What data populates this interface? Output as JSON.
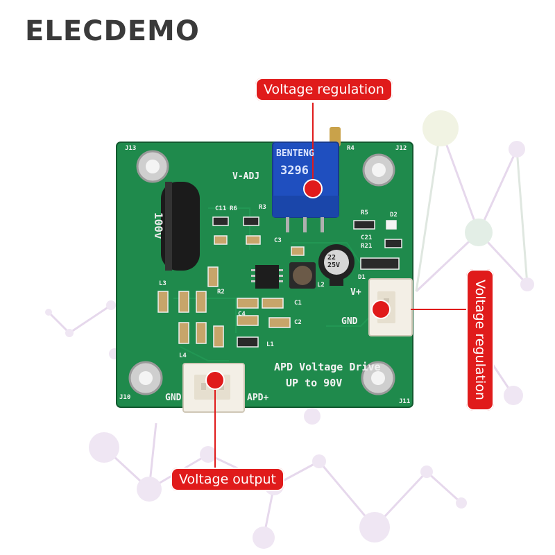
{
  "brand": {
    "name": "ELECDEMO"
  },
  "callouts": {
    "top": "Voltage regulation",
    "right": "Voltage regulation",
    "bottom": "Voltage output"
  },
  "board": {
    "potentiometer": {
      "brand": "BENTENG",
      "model": "3296"
    },
    "capacitor_large": "100v",
    "capacitor_small": "22 25V",
    "silkscreen": {
      "v_adj": "V-ADJ",
      "title_line1": "APD Voltage Drive",
      "title_line2": "UP to 90V",
      "v_plus": "V+",
      "gnd_right": "GND",
      "gnd_left": "GND",
      "apd_plus": "APD+",
      "j13": "J13",
      "j12": "J12",
      "j10": "J10",
      "j11": "J11",
      "r4": "R4",
      "r5": "R5",
      "d2": "D2",
      "r3": "R3",
      "r6": "R6",
      "c11": "C11",
      "c1": "C1",
      "c2": "C2",
      "c4": "C4",
      "c3": "C3",
      "l1": "L1",
      "l2": "L2",
      "l3": "L3",
      "l4": "L4",
      "r2": "R2",
      "d1": "D1",
      "c21": "C21",
      "r21": "R21"
    }
  },
  "colors": {
    "pcb": "#1f8a4c",
    "pcb_dark": "#17703d",
    "callout": "#e01b1b",
    "pot_blue": "#1f4fbf",
    "brand_text": "#3a3a3a"
  }
}
